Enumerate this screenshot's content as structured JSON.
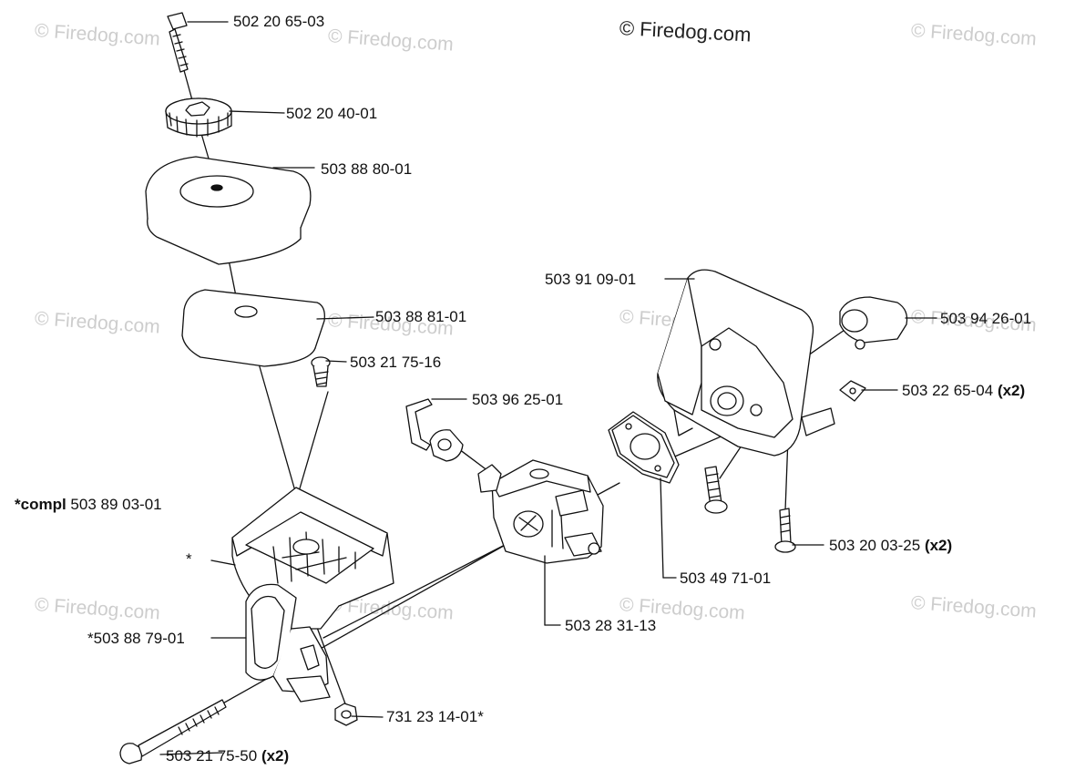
{
  "watermark": "© Firedog.com",
  "brand": "© Firedog.com",
  "labels": {
    "p1": "502 20 65-03",
    "p2": "502 20 40-01",
    "p3": "503 88 80-01",
    "p4": "503 88 81-01",
    "p5": "503 21 75-16",
    "p6_bold": "*compl",
    "p6": "503 89 03-01",
    "p7": "*",
    "p8": "*503 88 79-01",
    "p9": "731 23 14-01*",
    "p10": "503 21 75-50",
    "p10_qty": "(x2)",
    "p11": "503 96 25-01",
    "p12": "503 28 31-13",
    "p13": "503 49 71-01",
    "p14": "503 91 09-01",
    "p15": "503 94 26-01",
    "p16": "503 22 65-04",
    "p16_qty": "(x2)",
    "p17": "503 20 03-25",
    "p17_qty": "(x2)"
  }
}
